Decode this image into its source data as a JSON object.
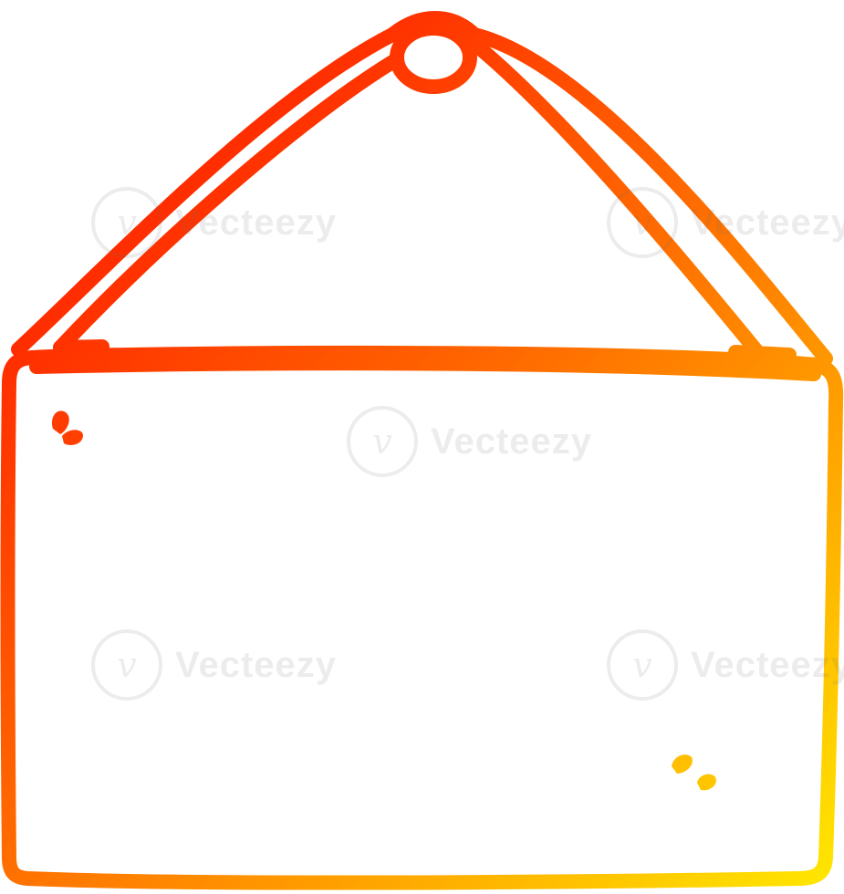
{
  "illustration": {
    "subject": "cartoon hanging blank sign",
    "gradient": {
      "start": "#ff0000",
      "mid": "#ff6a00",
      "end": "#ffea00"
    },
    "background": "#ffffff"
  },
  "watermark": {
    "text": "Vecteezy",
    "logo": "vecteezy-v-logo"
  }
}
